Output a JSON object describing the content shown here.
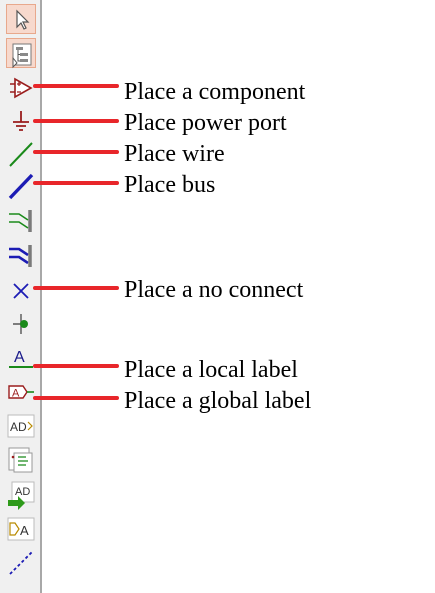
{
  "toolbar": {
    "tools": [
      {
        "name": "select-tool-icon"
      },
      {
        "name": "hierarchy-navigator-icon"
      },
      {
        "name": "place-component-icon"
      },
      {
        "name": "place-power-port-icon"
      },
      {
        "name": "place-wire-icon"
      },
      {
        "name": "place-bus-icon"
      },
      {
        "name": "wire-to-bus-entry-icon"
      },
      {
        "name": "bus-to-bus-entry-icon"
      },
      {
        "name": "no-connect-icon"
      },
      {
        "name": "junction-icon"
      },
      {
        "name": "local-label-icon"
      },
      {
        "name": "global-label-icon"
      },
      {
        "name": "hierarchical-label-icon"
      },
      {
        "name": "hierarchical-sheet-icon"
      },
      {
        "name": "import-sheet-pin-icon"
      },
      {
        "name": "hierarchical-pin-icon"
      },
      {
        "name": "graphic-line-icon"
      }
    ]
  },
  "annotations": {
    "component": "Place a component",
    "power_port": "Place power port",
    "wire": "Place wire",
    "bus": "Place bus",
    "no_connect": "Place a no connect",
    "local_label": "Place a local label",
    "global_label": "Place a global label"
  },
  "colors": {
    "callout": "#e8262a",
    "component": "#9a1d1d",
    "wire": "#1a8a1a",
    "bus": "#1c1cb4",
    "active_bg": "#f7d9cd"
  }
}
